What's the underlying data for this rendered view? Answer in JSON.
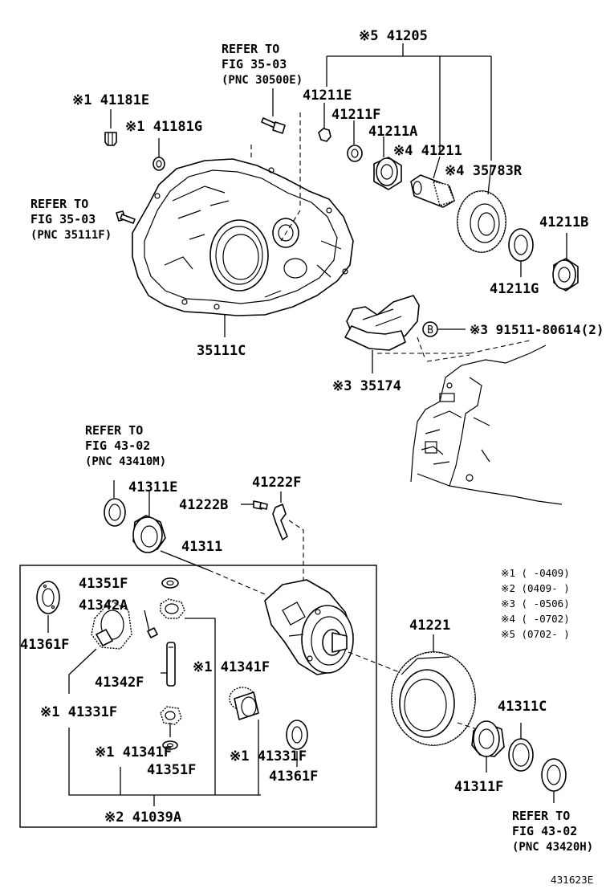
{
  "labels": {
    "l41205": "※5 41205",
    "l41181E": "※1 41181E",
    "l41181G": "※1 41181G",
    "l41211E": "41211E",
    "l41211F": "41211F",
    "l41211A": "41211A",
    "l41211": "※4 41211",
    "l35783R": "※4 35783R",
    "l41211B": "41211B",
    "l41211G": "41211G",
    "l35111C": "35111C",
    "l35174": "※3 35174",
    "l91511": "※3 91511-80614(2)",
    "lB": "B",
    "l41311E": "41311E",
    "l41222F": "41222F",
    "l41222B": "41222B",
    "l41311": "41311",
    "l41351F_a": "41351F",
    "l41342A": "41342A",
    "l41361F_a": "41361F",
    "l41341F_a": "※1 41341F",
    "l41342F": "41342F",
    "l41331F_a": "※1 41331F",
    "l41341F_b": "※1 41341F",
    "l41351F_b": "41351F",
    "l41331F_b": "※1 41331F",
    "l41361F_b": "41361F",
    "l41039A": "※2 41039A",
    "l41221": "41221",
    "l41311C": "41311C",
    "l41311F": "41311F"
  },
  "refer": {
    "r1": [
      "REFER TO",
      "FIG 35-03",
      "(PNC 30500E)"
    ],
    "r2": [
      "REFER TO",
      "FIG 35-03",
      "(PNC 35111F)"
    ],
    "r3": [
      "REFER TO",
      "FIG 43-02",
      "(PNC 43410M)"
    ],
    "r4": [
      "REFER TO",
      "FIG 43-02",
      "(PNC 43420H)"
    ]
  },
  "notes": [
    "※1 (   -0409)",
    "※2 (0409-   )",
    "※3 (   -0506)",
    "※4 (   -0702)",
    "※5 (0702-   )"
  ],
  "figure_id": "431623E"
}
